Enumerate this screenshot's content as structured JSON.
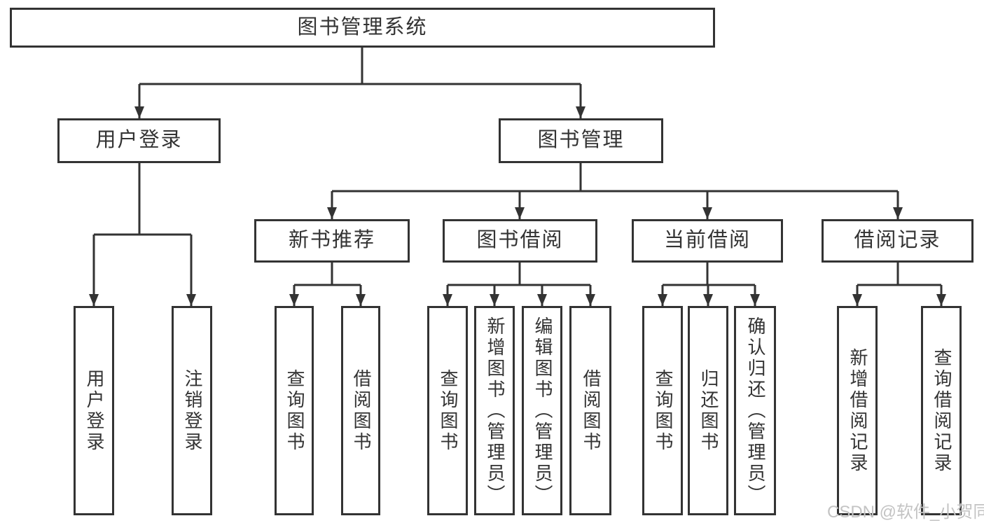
{
  "diagram": {
    "root": "图书管理系统",
    "branches": [
      {
        "label": "用户登录",
        "children": [
          "用户登录",
          "注销登录"
        ]
      },
      {
        "label": "图书管理",
        "sections": [
          {
            "label": "新书推荐",
            "children": [
              "查询图书",
              "借阅图书"
            ]
          },
          {
            "label": "图书借阅",
            "children": [
              "查询图书",
              "新增图书（管理员）",
              "编辑图书（管理员）",
              "借阅图书"
            ]
          },
          {
            "label": "当前借阅",
            "children": [
              "查询图书",
              "归还图书",
              "确认归还（管理员）"
            ]
          },
          {
            "label": "借阅记录",
            "children": [
              "新增借阅记录",
              "查询借阅记录"
            ]
          }
        ]
      }
    ]
  },
  "watermark": {
    "text": "CSDN @软件_小贺同学"
  },
  "colors": {
    "line": "#333333",
    "box_border": "#333333",
    "text": "#333333",
    "background": "#ffffff",
    "watermark": "#c3c3c3"
  }
}
